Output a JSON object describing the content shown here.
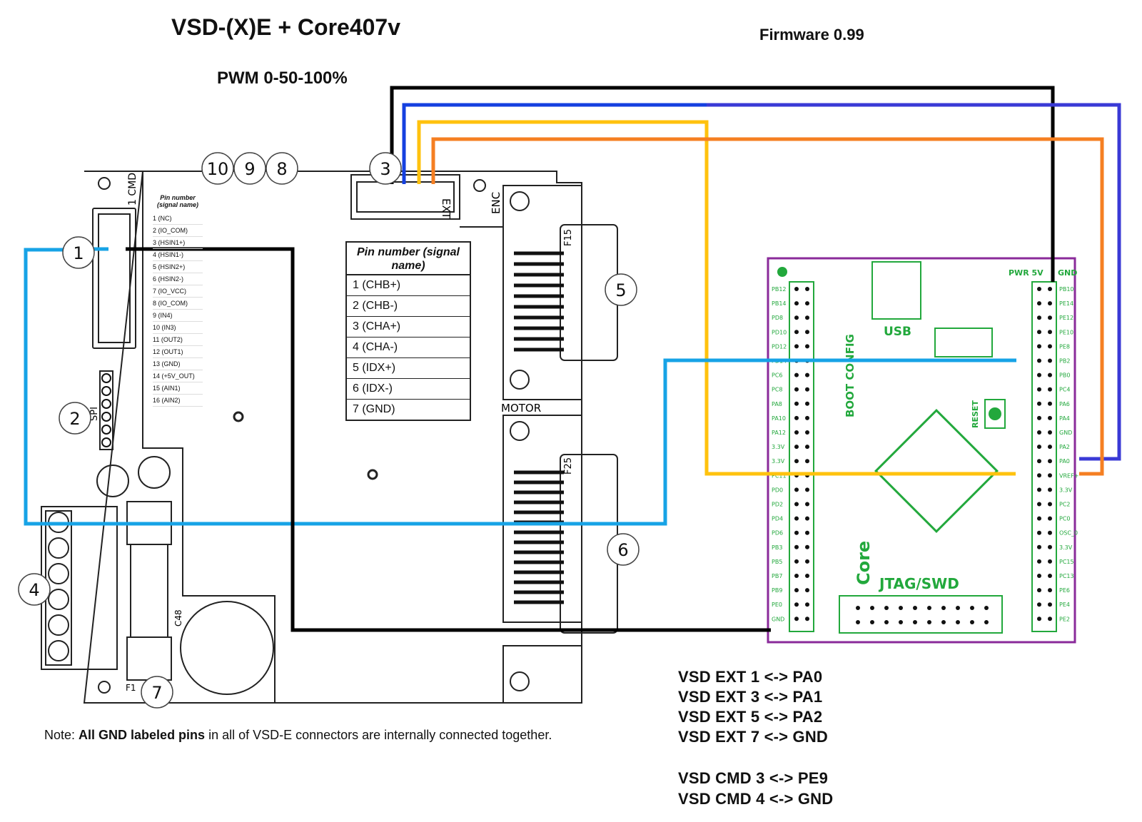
{
  "title": "VSD-(X)E  + Core407v",
  "firmware": "Firmware 0.99",
  "pwm": "PWM 0-50-100%",
  "note": {
    "prefix": "Note: ",
    "bold": "All GND labeled pins",
    "rest": " in all of VSD-E connectors are internally connected together."
  },
  "mappings": [
    "VSD EXT 1  <-> PA0",
    "VSD EXT 3  <-> PA1",
    "VSD EXT 5  <-> PA2",
    "VSD EXT 7  <-> GND",
    "VSD CMD 3 <-> PE9",
    "VSD CMD 4 <-> GND"
  ],
  "callouts": [
    "1",
    "2",
    "3",
    "4",
    "5",
    "6",
    "7",
    "8",
    "9",
    "10"
  ],
  "vsd_board": {
    "cmd_label": "1  CMD",
    "ext_label": "EXT",
    "enc_label": "ENC",
    "motor_label": "MOTOR",
    "f15_label": "F15",
    "f25_label": "F25",
    "spi_label": "SPI",
    "c48_label": "C48",
    "f1_label": "F1",
    "cmd_table_header": "Pin number (signal name)",
    "cmd_pins": [
      "1 (NC)",
      "2 (IO_COM)",
      "3 (HSIN1+)",
      "4 (HSIN1-)",
      "5 (HSIN2+)",
      "6 (HSIN2-)",
      "7 (IO_VCC)",
      "8 (IO_COM)",
      "9 (IN4)",
      "10 (IN3)",
      "11 (OUT2)",
      "12 (OUT1)",
      "13 (GND)",
      "14 (+5V_OUT)",
      "15 (AIN1)",
      "16 (AIN2)"
    ],
    "enc_table_header": "Pin number (signal name)",
    "enc_pins": [
      "1 (CHB+)",
      "2 (CHB-)",
      "3 (CHA+)",
      "4 (CHA-)",
      "5 (IDX+)",
      "6 (IDX-)",
      "7 (GND)"
    ]
  },
  "core_board": {
    "usb_label": "USB",
    "boot_label": "BOOT CONFIG",
    "jtag_label": "JTAG/SWD",
    "core_label": "Core",
    "reset_label": "RESET",
    "pwr_label": "PWR 5V",
    "gnd_label": "GND",
    "left_pins": [
      "PB12",
      "PB14",
      "PD8",
      "PD10",
      "PD12",
      "PD14",
      "PC6",
      "PC8",
      "PA8",
      "PA10",
      "PA12",
      "3.3V",
      "3.3V",
      "PC11",
      "PD0",
      "PD2",
      "PD4",
      "PD6",
      "PB3",
      "PB5",
      "PB7",
      "PB9",
      "PE0",
      "GND"
    ],
    "right_pins": [
      "PB10",
      "PE14",
      "PE12",
      "PE10",
      "PE8",
      "PB2",
      "PB0",
      "PC4",
      "PA6",
      "PA4",
      "GND",
      "PA2",
      "PA0",
      "VREF+",
      "3.3V",
      "PC2",
      "PC0",
      "OSC_0",
      "3.3V",
      "PC15",
      "PC13",
      "PE6",
      "PE4",
      "PE2"
    ]
  },
  "wire_colors": {
    "black": "#000000",
    "blue": "#1540e0",
    "indigo": "#3a3ad6",
    "yellow": "#ffc20e",
    "orange": "#f57f22",
    "cyan": "#17a3e6",
    "pcb_purple": "#8a2a9a",
    "pcb_green": "#22a83c"
  }
}
